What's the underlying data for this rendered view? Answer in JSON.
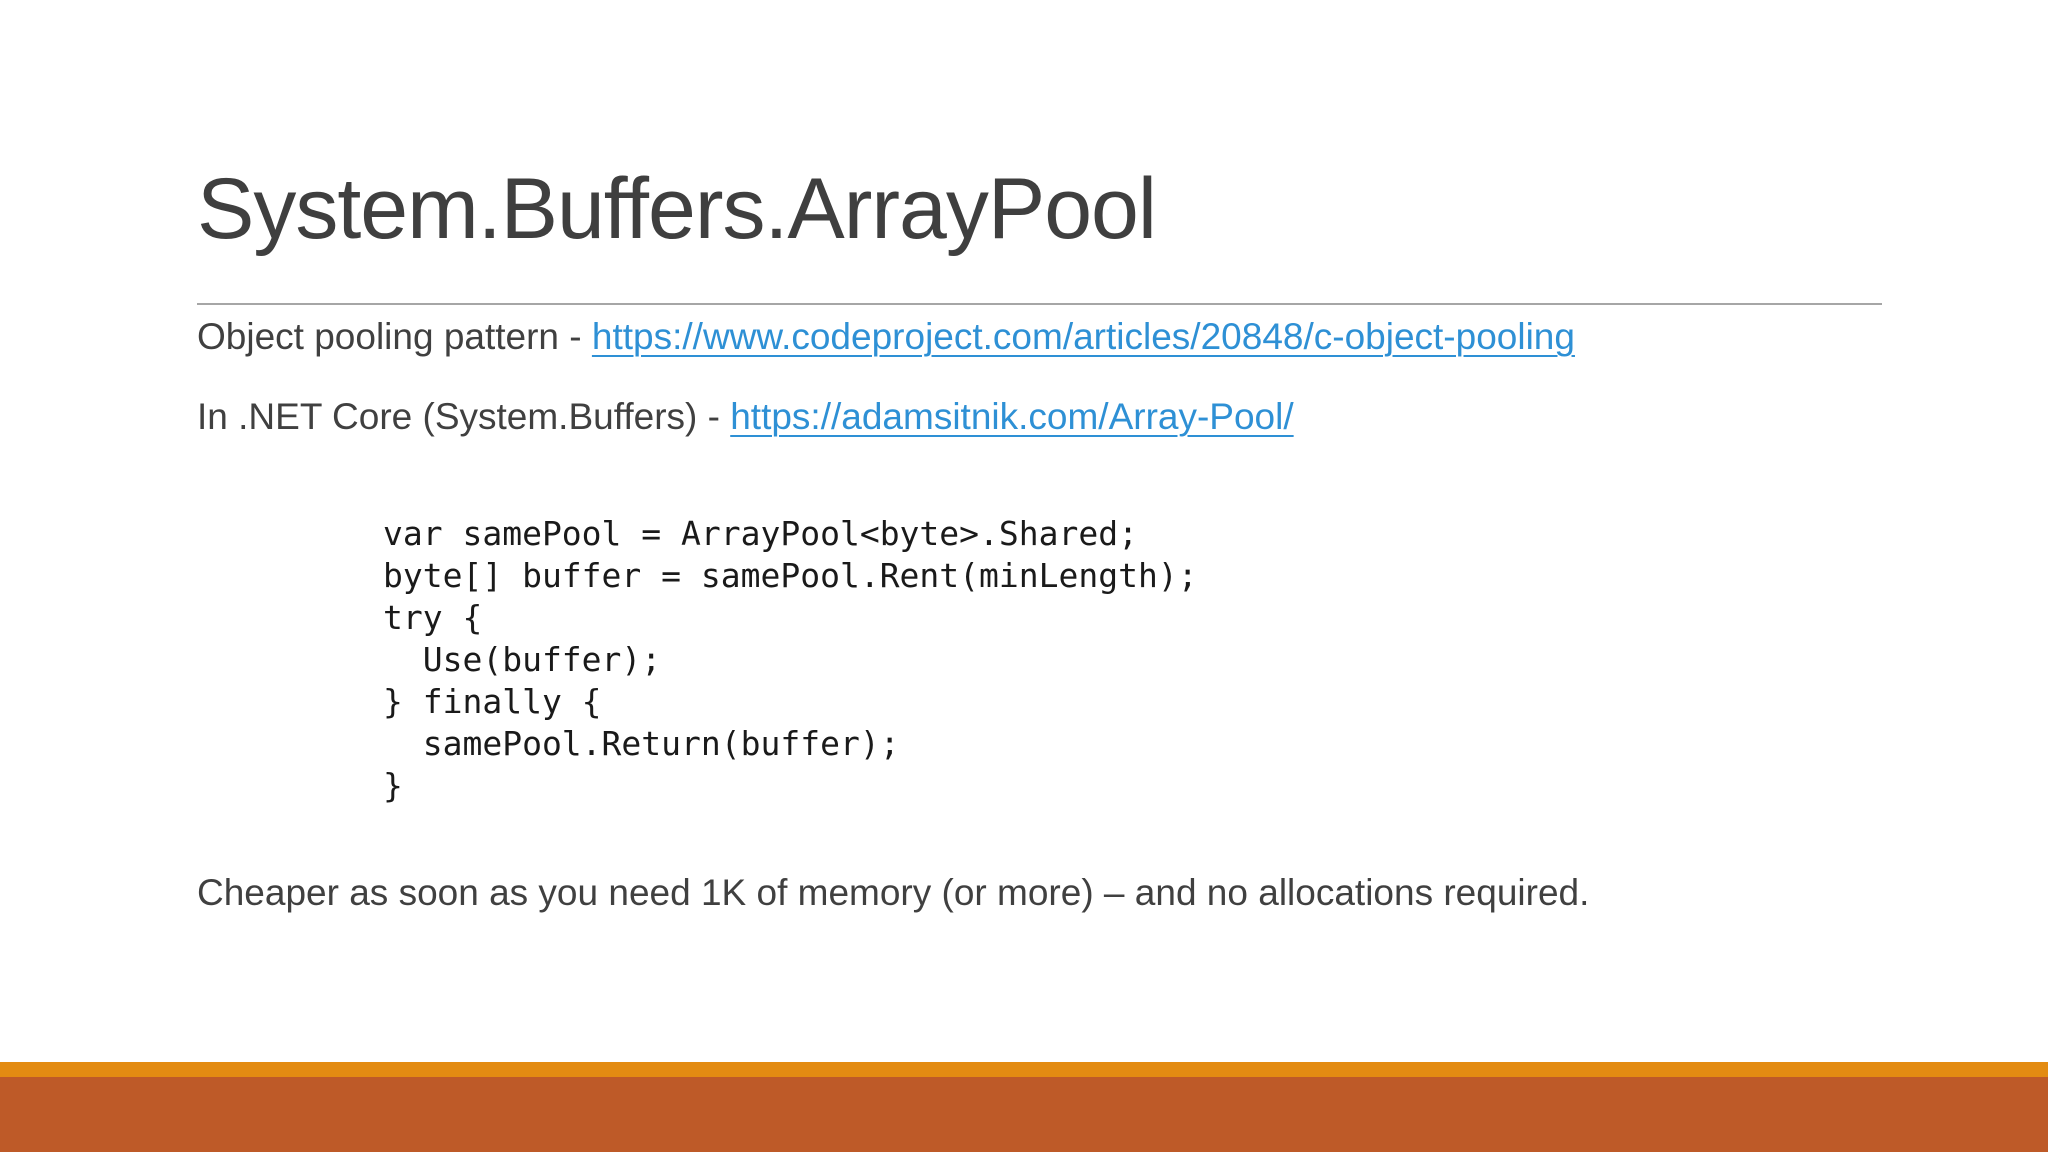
{
  "slide": {
    "title": "System.Buffers.ArrayPool",
    "bullets": [
      {
        "prefix": "Object pooling pattern - ",
        "link": "https://www.codeproject.com/articles/20848/c-object-pooling"
      },
      {
        "prefix": "In .NET Core (System.Buffers) - ",
        "link": "https://adamsitnik.com/Array-Pool/"
      }
    ],
    "code_lines": [
      "var samePool = ArrayPool<byte>.Shared;",
      "byte[] buffer = samePool.Rent(minLength);",
      "try {",
      "  Use(buffer);",
      "} finally {",
      "  samePool.Return(buffer);",
      "}"
    ],
    "footer_note": "Cheaper as soon as you need 1K of memory (or more) – and no allocations required.",
    "colors": {
      "title_text": "#3f3f3f",
      "body_text": "#404040",
      "link": "#2e90d5",
      "divider": "#a6a6a6",
      "accent_bar": "#e38b12",
      "footer_band": "#be5a28"
    }
  }
}
